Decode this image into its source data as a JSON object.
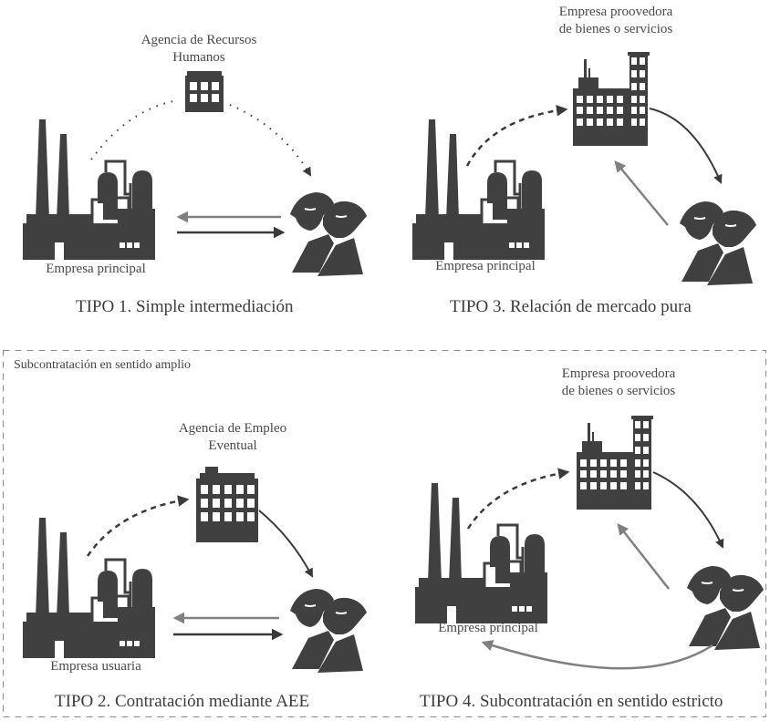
{
  "colors": {
    "icon": "#404040",
    "arrow_dark": "#3a3a3a",
    "arrow_gray": "#808080",
    "border": "#8a8a8a"
  },
  "group_box": {
    "label": "Subcontratación en sentido amplio"
  },
  "panels": [
    {
      "id": "tipo1",
      "title": "TIPO 1. Simple intermediación",
      "factory_label": "Empresa principal",
      "intermediary_label": "Agencia de Recursos\nHumanos",
      "intermediary_icon": "small-office-building-icon",
      "factory_icon": "factory-icon",
      "workers_icon": "workers-icon",
      "arrows": [
        "dotted factory→workers via agency",
        "gray workers→factory",
        "dark factory→workers"
      ]
    },
    {
      "id": "tipo3",
      "title": "TIPO 3. Relación de mercado pura",
      "factory_label": "Empresa principal",
      "intermediary_label": "Empresa proovedora\nde bienes o servicios",
      "intermediary_icon": "supplier-building-icon",
      "factory_icon": "factory-icon",
      "workers_icon": "workers-icon",
      "arrows": [
        "dashed factory→supplier",
        "dark supplier→workers",
        "gray workers→supplier"
      ]
    },
    {
      "id": "tipo2",
      "title": "TIPO 2. Contratación mediante AEE",
      "factory_label": "Empresa usuaria",
      "intermediary_label": "Agencia de Empleo\nEventual",
      "intermediary_icon": "agency-building-icon",
      "factory_icon": "factory-icon",
      "workers_icon": "workers-icon",
      "arrows": [
        "dashed factory→agency",
        "dark agency→workers",
        "gray workers→factory",
        "dark factory→workers"
      ]
    },
    {
      "id": "tipo4",
      "title": "TIPO 4. Subcontratación en sentido estricto",
      "factory_label": "Empresa principal",
      "intermediary_label": "Empresa proovedora\nde bienes o servicios",
      "intermediary_icon": "supplier-building-icon",
      "factory_icon": "factory-icon",
      "workers_icon": "workers-icon",
      "arrows": [
        "dashed factory→supplier",
        "dark supplier→workers",
        "gray workers→supplier",
        "gray workers→factory"
      ]
    }
  ]
}
